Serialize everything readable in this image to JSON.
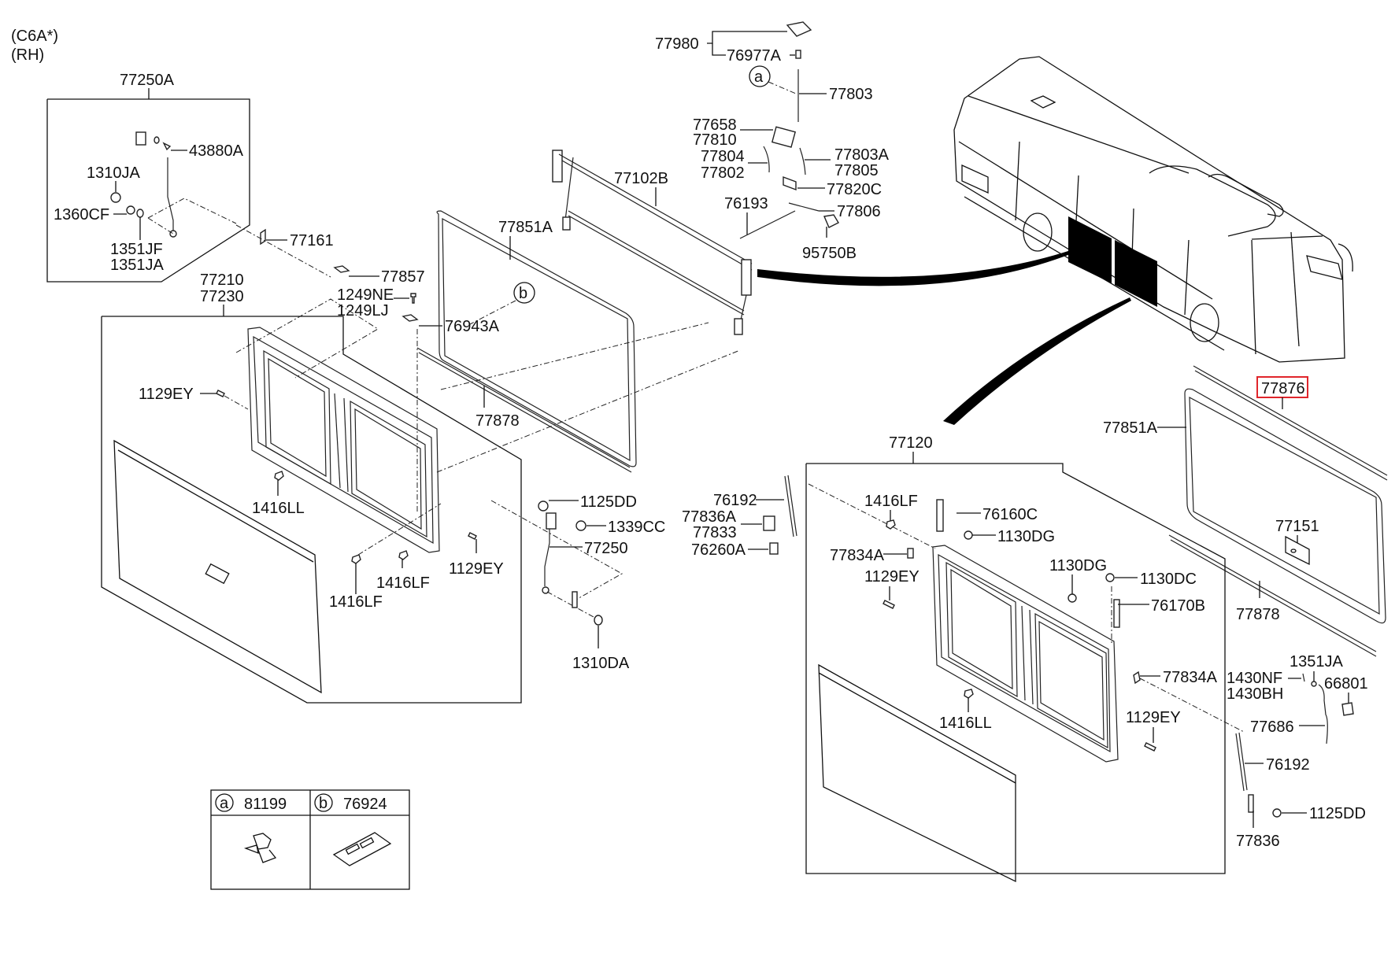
{
  "header": {
    "model_code": "(C6A*)",
    "side": "(RH)"
  },
  "highlighted_part": "77876",
  "colors": {
    "highlight": "#e0252b",
    "line": "#111111",
    "background": "#ffffff"
  },
  "groups": {
    "upper_left_box": "77250A",
    "left_panel_box": [
      "77210",
      "77230"
    ],
    "right_panel_box": "77120"
  },
  "labels": {
    "p77250A": "77250A",
    "p43880A": "43880A",
    "p1310JA": "1310JA",
    "p1360CF": "1360CF",
    "p1351JF": "1351JF",
    "p1351JA": "1351JA",
    "p77161": "77161",
    "p77210": "77210",
    "p77230": "77230",
    "p77857": "77857",
    "p1249NE": "1249NE",
    "p1249LJ": "1249LJ",
    "p76943A": "76943A",
    "p1129EY_a": "1129EY",
    "p1416LL_a": "1416LL",
    "p1416LF_a": "1416LF",
    "p1416LF_b": "1416LF",
    "p1129EY_b": "1129EY",
    "p77851A_a": "77851A",
    "p77878_a": "77878",
    "p77102B": "77102B",
    "p77980": "77980",
    "p76977A": "76977A",
    "p77803": "77803",
    "p77658": "77658",
    "p77810": "77810",
    "p77804": "77804",
    "p77802": "77802",
    "p77803A": "77803A",
    "p77805": "77805",
    "p77820C": "77820C",
    "p76193": "76193",
    "p77806": "77806",
    "p95750B": "95750B",
    "p1125DD_a": "1125DD",
    "p1339CC": "1339CC",
    "p77250": "77250",
    "p1310DA": "1310DA",
    "p77120": "77120",
    "p76192_a": "76192",
    "p77836A": "77836A",
    "p77833": "77833",
    "p76260A": "76260A",
    "p1416LF_c": "1416LF",
    "p76160C": "76160C",
    "p1130DG_a": "1130DG",
    "p77834A_a": "77834A",
    "p1129EY_c": "1129EY",
    "p1130DG_b": "1130DG",
    "p1130DC": "1130DC",
    "p76170B": "76170B",
    "p77834A_b": "77834A",
    "p1416LL_b": "1416LL",
    "p1129EY_d": "1129EY",
    "p77876": "77876",
    "p77851A_b": "77851A",
    "p77151": "77151",
    "p77878_b": "77878",
    "p1351JA_b": "1351JA",
    "p1430NF": "1430NF",
    "p1430BH": "1430BH",
    "p66801": "66801",
    "p77686": "77686",
    "p76192_b": "76192",
    "p1125DD_b": "1125DD",
    "p77836": "77836"
  },
  "callouts": {
    "a": "a",
    "b": "b"
  },
  "legend": [
    {
      "key": "a",
      "part": "81199"
    },
    {
      "key": "b",
      "part": "76924"
    }
  ]
}
